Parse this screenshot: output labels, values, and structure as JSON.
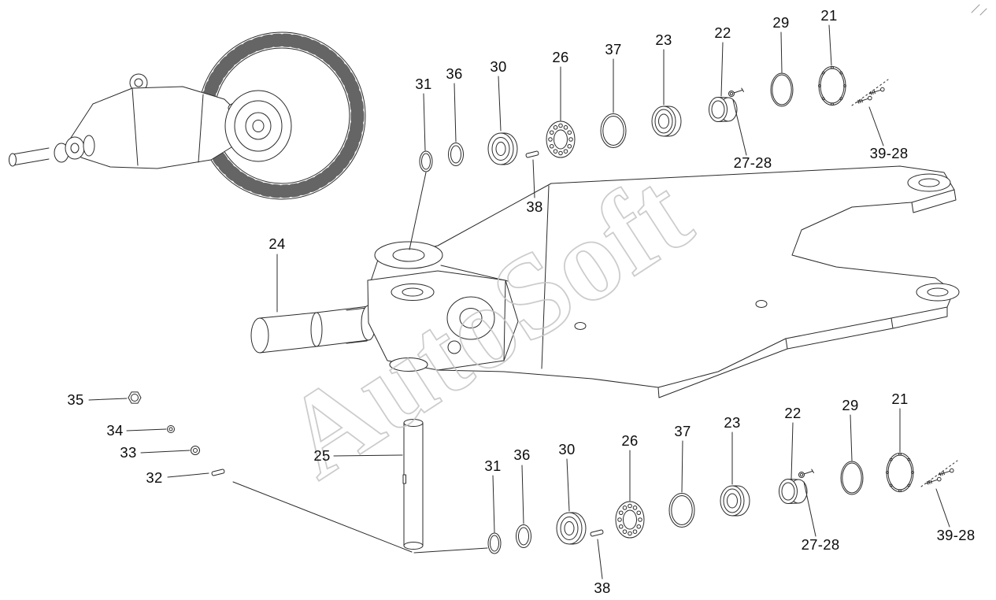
{
  "watermark": "AutoSoft",
  "labels": {
    "21": "21",
    "22": "22",
    "23": "23",
    "24": "24",
    "25": "25",
    "26": "26",
    "27_28": "27-28",
    "29": "29",
    "30": "30",
    "31": "31",
    "32": "32",
    "33": "33",
    "34": "34",
    "35": "35",
    "36": "36",
    "37": "37",
    "38": "38",
    "39_28": "39-28"
  }
}
